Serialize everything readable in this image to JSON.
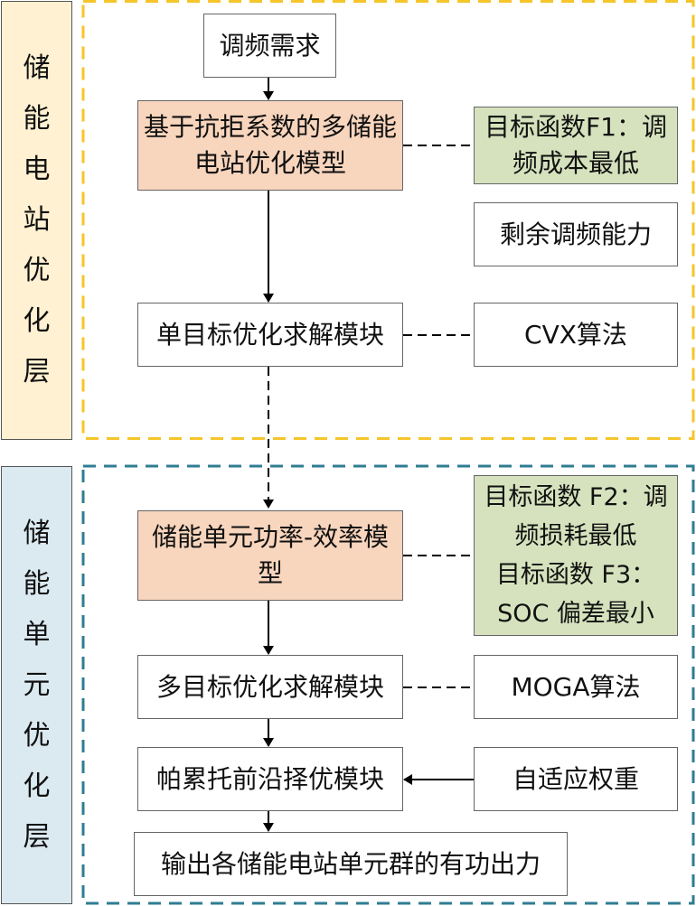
{
  "layers": [
    {
      "label": [
        "储",
        "能",
        "电",
        "站",
        "优",
        "化",
        "层"
      ],
      "color": "#f5c52a",
      "fill": "#fff1d1"
    },
    {
      "label": [
        "储",
        "能",
        "单",
        "元",
        "优",
        "化",
        "层"
      ],
      "color": "#2f7d91",
      "fill": "#dbe9f1"
    }
  ],
  "boxes": {
    "demand": "调频需求",
    "station_model": "基于抗拒系数的多储能电站优化模型",
    "objective_f1": "目标函数F1：调频成本最低",
    "residual_capacity": "剩余调频能力",
    "single_solver": "单目标优化求解模块",
    "cvx": "CVX算法",
    "unit_model": "储能单元功率-效率模型",
    "objective_f2_f3_line1": "目标函数 F2：调",
    "objective_f2_f3_line2": "频损耗最低",
    "objective_f2_f3_line3": "目标函数 F3：",
    "objective_f2_f3_line4": "SOC 偏差最小",
    "multi_solver": "多目标优化求解模块",
    "moga": "MOGA算法",
    "pareto": "帕累托前沿择优模块",
    "adaptive_weight": "自适应权重",
    "output": "输出各储能电站单元群的有功出力"
  },
  "colors": {
    "model_fill": "#f8d5bd",
    "objective_fill": "#d6e2bd"
  }
}
